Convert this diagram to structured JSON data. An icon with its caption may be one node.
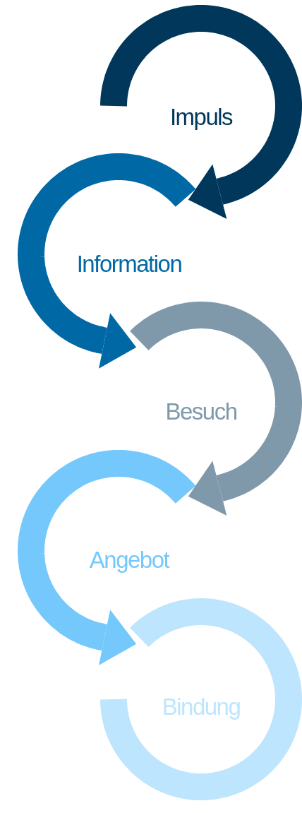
{
  "diagram": {
    "nodes": [
      {
        "text": [
          "Impuls"
        ]
      },
      {
        "text": [
          "Information"
        ]
      },
      {
        "text": [
          "Besuch"
        ]
      },
      {
        "text": [
          "Angebot"
        ]
      },
      {
        "text": [
          "Bindung"
        ]
      }
    ],
    "edges": [
      {
        "from": 0,
        "to": 1,
        "arrow": "to",
        "color": "#00375a"
      },
      {
        "from": 1,
        "to": 2,
        "arrow": "to",
        "color": "#0068a5"
      },
      {
        "from": 2,
        "to": 3,
        "arrow": "to",
        "color": "#7f99ab"
      },
      {
        "from": 3,
        "to": 4,
        "arrow": "to",
        "color": "#74c8fb"
      }
    ]
  }
}
